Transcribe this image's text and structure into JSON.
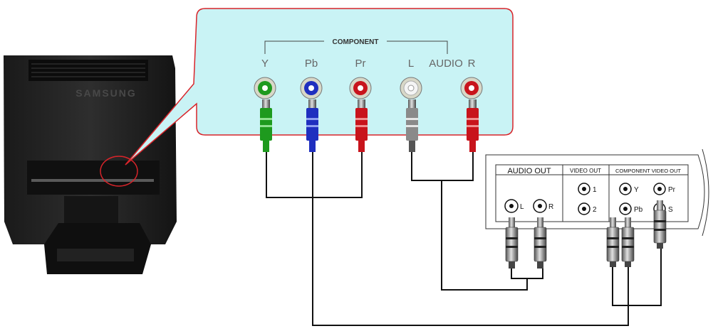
{
  "monitor": {
    "brand": "SAMSUNG"
  },
  "callout": {
    "group_label": "COMPONENT",
    "jack_labels": [
      "Y",
      "Pb",
      "Pr",
      "L",
      "AUDIO",
      "R"
    ]
  },
  "device": {
    "audio_out": {
      "title": "AUDIO OUT",
      "left": "L",
      "right": "R"
    },
    "video_out": {
      "title": "VIDEO OUT",
      "out1": "1",
      "out2": "2"
    },
    "component_video_out": {
      "title": "COMPONENT VIDEO OUT",
      "y": "Y",
      "pr": "Pr",
      "pb": "Pb",
      "s": "S"
    }
  },
  "colors": {
    "green": "#1e9a1e",
    "blue": "#1f2fbf",
    "red": "#c8141c",
    "white": "#e8e8e8",
    "callout_bg": "#c9f3f5",
    "callout_border": "#d8242a"
  }
}
